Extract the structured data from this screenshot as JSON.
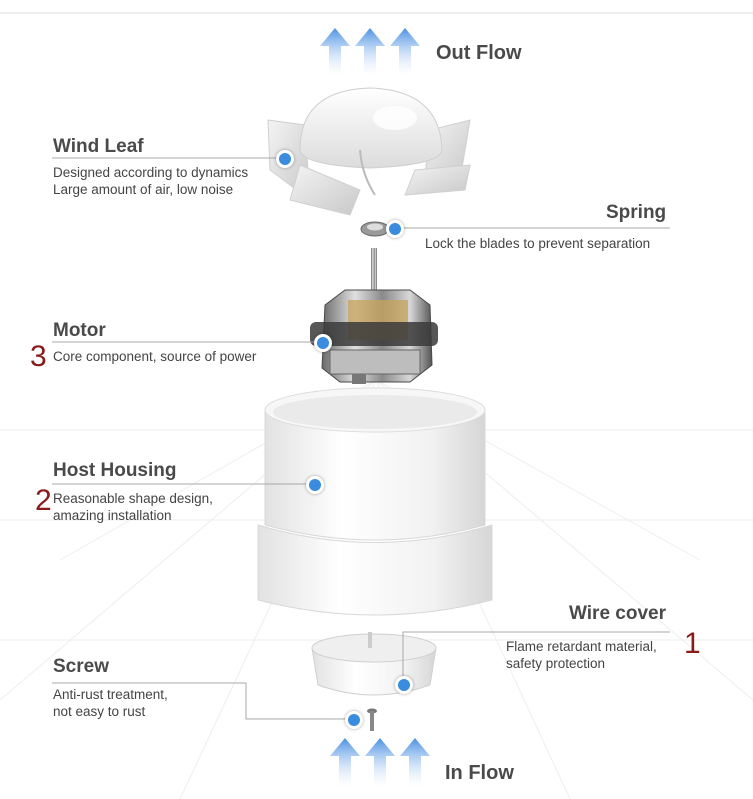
{
  "flow": {
    "out_label": "Out Flow",
    "in_label": "In Flow"
  },
  "parts": {
    "wind_leaf": {
      "title": "Wind Leaf",
      "desc_line1": "Designed according to dynamics",
      "desc_line2": "Large amount of air, low noise"
    },
    "spring": {
      "title": "Spring",
      "desc_line1": "Lock the blades to prevent separation"
    },
    "motor": {
      "number": "3",
      "title": "Motor",
      "desc_line1": "Core component, source of power"
    },
    "host_housing": {
      "number": "2",
      "title": "Host Housing",
      "desc_line1": "Reasonable shape design,",
      "desc_line2": "amazing installation"
    },
    "wire_cover": {
      "number": "1",
      "title": "Wire cover",
      "desc_line1": "Flame retardant material,",
      "desc_line2": "safety protection"
    },
    "screw": {
      "title": "Screw",
      "desc_line1": "Anti-rust treatment,",
      "desc_line2": "not easy to rust"
    }
  },
  "colors": {
    "arrow": "#4a90e2",
    "dot": "#3a8dde",
    "number": "#8b1a1a",
    "title": "#4a4a4a"
  }
}
